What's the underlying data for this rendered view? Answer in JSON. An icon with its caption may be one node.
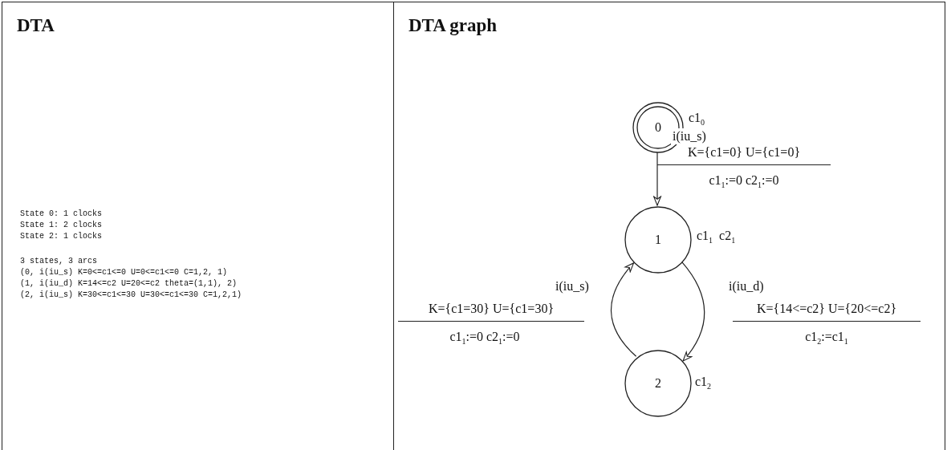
{
  "diagram": {
    "nodes": [
      {
        "text": [
          "DTA",
          "State 0: 1 clocks",
          "State 1: 2 clocks",
          "State 2: 1 clocks",
          "3 states, 3 arcs",
          "(0, i(iu_s) K=0<=c1<=0 U=0<=c1<=0 C=1,2, 1)",
          "(1, i(iu_d) K=14<=c2 U=20<=c2 theta=(1,1), 2)",
          "(2, i(iu_s) K=30<=c1<=30 U=30<=c1<=30 C=1,2,1)"
        ]
      },
      {
        "text": [
          "DTA graph"
        ]
      },
      {
        "text": [
          "0"
        ],
        "in": 1,
        "beside": [
          "c1$_{0}$"
        ]
      },
      {
        "text": [
          "1"
        ],
        "in": 1,
        "beside": [
          "c1$_{1}$  c2$_{1}$"
        ]
      },
      {
        "text": [
          "2"
        ],
        "in": 1,
        "beside": [
          "c1$_{2}$"
        ]
      }
    ],
    "edges": [
      {
        "from": 2,
        "to": 3,
        "arrow": "to",
        "label": "i(iu_s)"
      },
      {
        "from": 3,
        "to": 4,
        "arrow": "to",
        "label": "i(iu_d)"
      },
      {
        "from": 4,
        "to": 3,
        "arrow": "to",
        "label": "i(iu_s)"
      }
    ],
    "labels": [
      "K={c1=0} U={c1=0}",
      "c1$_{1}$:=0 c2$_{1}$:=0",
      "K={c1=30} U={c1=30}",
      "K={14<=c2} U={20<=c2}",
      "c1$_{1}$:=0 c2$_{1}$:=0",
      "c1$_{2}$:=c1$_{1}$"
    ]
  }
}
